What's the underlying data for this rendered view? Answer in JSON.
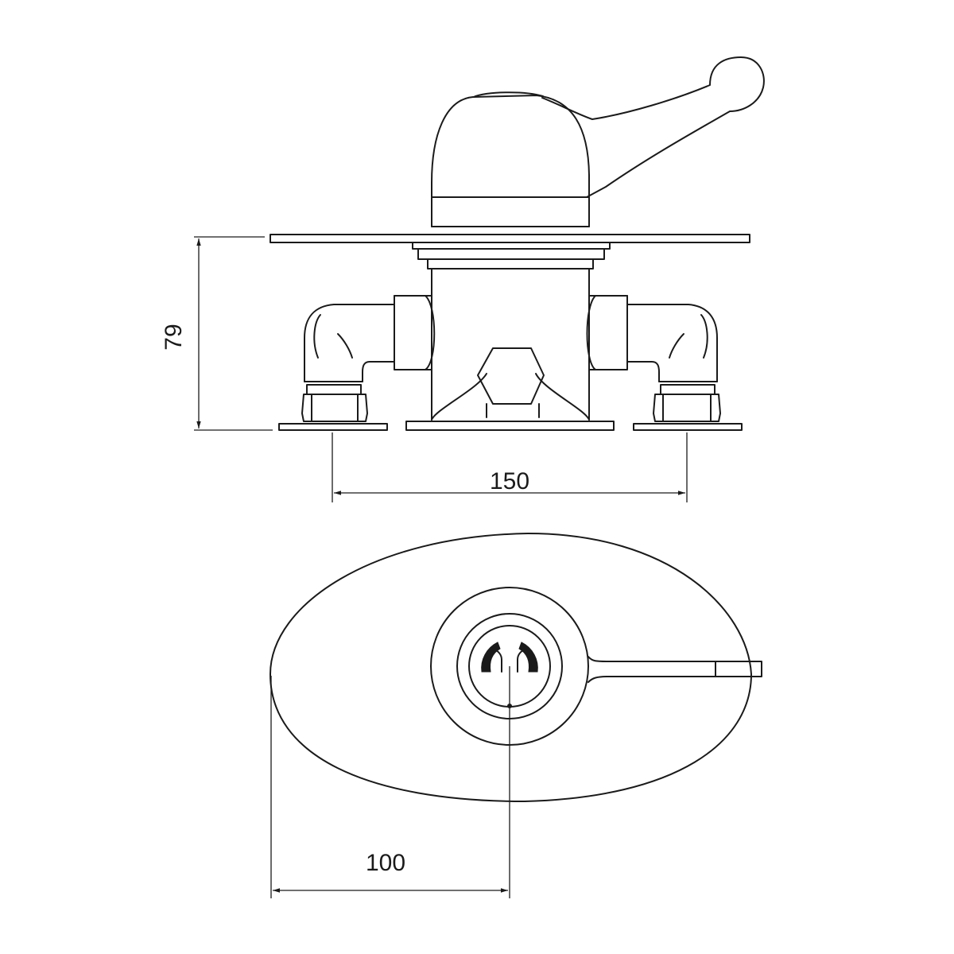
{
  "dimensions": {
    "height": "79",
    "centres_width": "150",
    "wall_to_centre": "100"
  },
  "colors": {
    "line": "#1a1a1a",
    "background": "#ffffff"
  }
}
